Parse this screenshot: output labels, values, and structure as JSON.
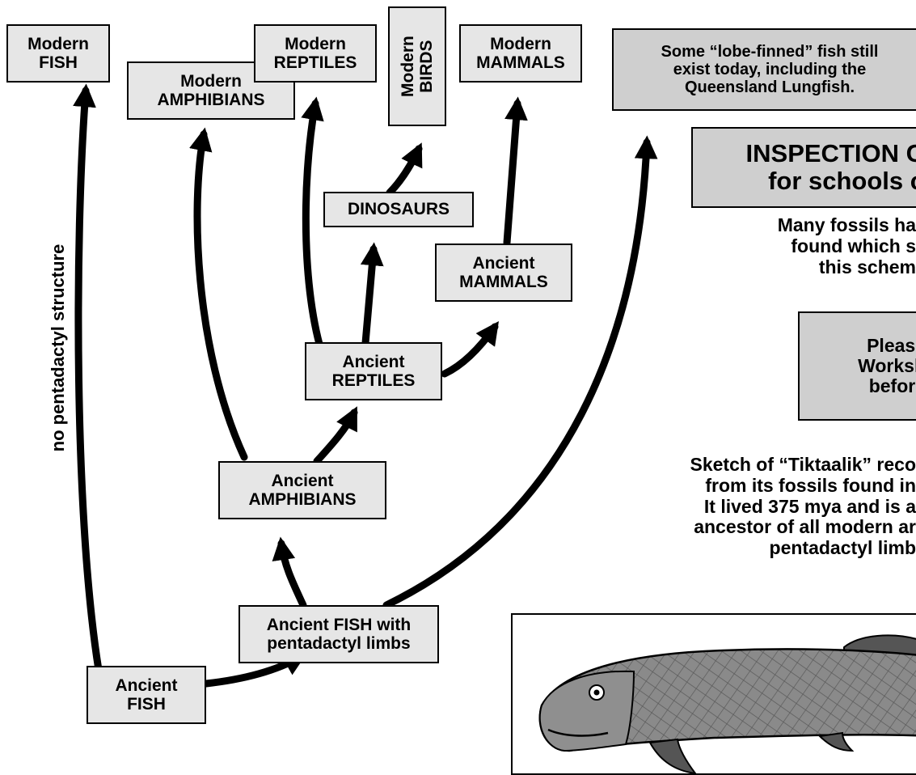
{
  "nodes": {
    "modern_fish": [
      "Modern",
      "FISH"
    ],
    "modern_amphibians": [
      "Modern",
      "AMPHIBIANS"
    ],
    "modern_reptiles": [
      "Modern",
      "REPTILES"
    ],
    "modern_birds": [
      "Modern",
      "BIRDS"
    ],
    "modern_mammals": [
      "Modern",
      "MAMMALS"
    ],
    "dinosaurs": "DINOSAURS",
    "ancient_mammals": [
      "Ancient",
      "MAMMALS"
    ],
    "ancient_reptiles": [
      "Ancient",
      "REPTILES"
    ],
    "ancient_amphibians": [
      "Ancient",
      "AMPHIBIANS"
    ],
    "ancient_fish_pentadactyl": [
      "Ancient FISH with",
      "pentadactyl limbs"
    ],
    "ancient_fish": [
      "Ancient",
      "FISH"
    ]
  },
  "side_label": "no pentadactyl structure",
  "lobe_finned_note": [
    "Some “lobe-finned” fish still",
    "exist today, including the",
    "Queensland Lungfish."
  ],
  "inspection_box": [
    "INSPECTION C",
    "for schools c"
  ],
  "fossils_note": [
    "Many fossils ha",
    "found which s",
    "this schem"
  ],
  "please_box": [
    "Please",
    "Worksh",
    "before"
  ],
  "tiktaalik_text": [
    "Sketch of “Tiktaalik” reco",
    "from its fossils found in",
    "It lived 375 mya and is a",
    "ancestor of all modern ar",
    "pentadactyl limb"
  ],
  "colors": {
    "box_fill": "#e6e6e6",
    "note_fill": "#cfcfcf",
    "stroke": "#000000",
    "fish_body": "#8a8a8a"
  }
}
